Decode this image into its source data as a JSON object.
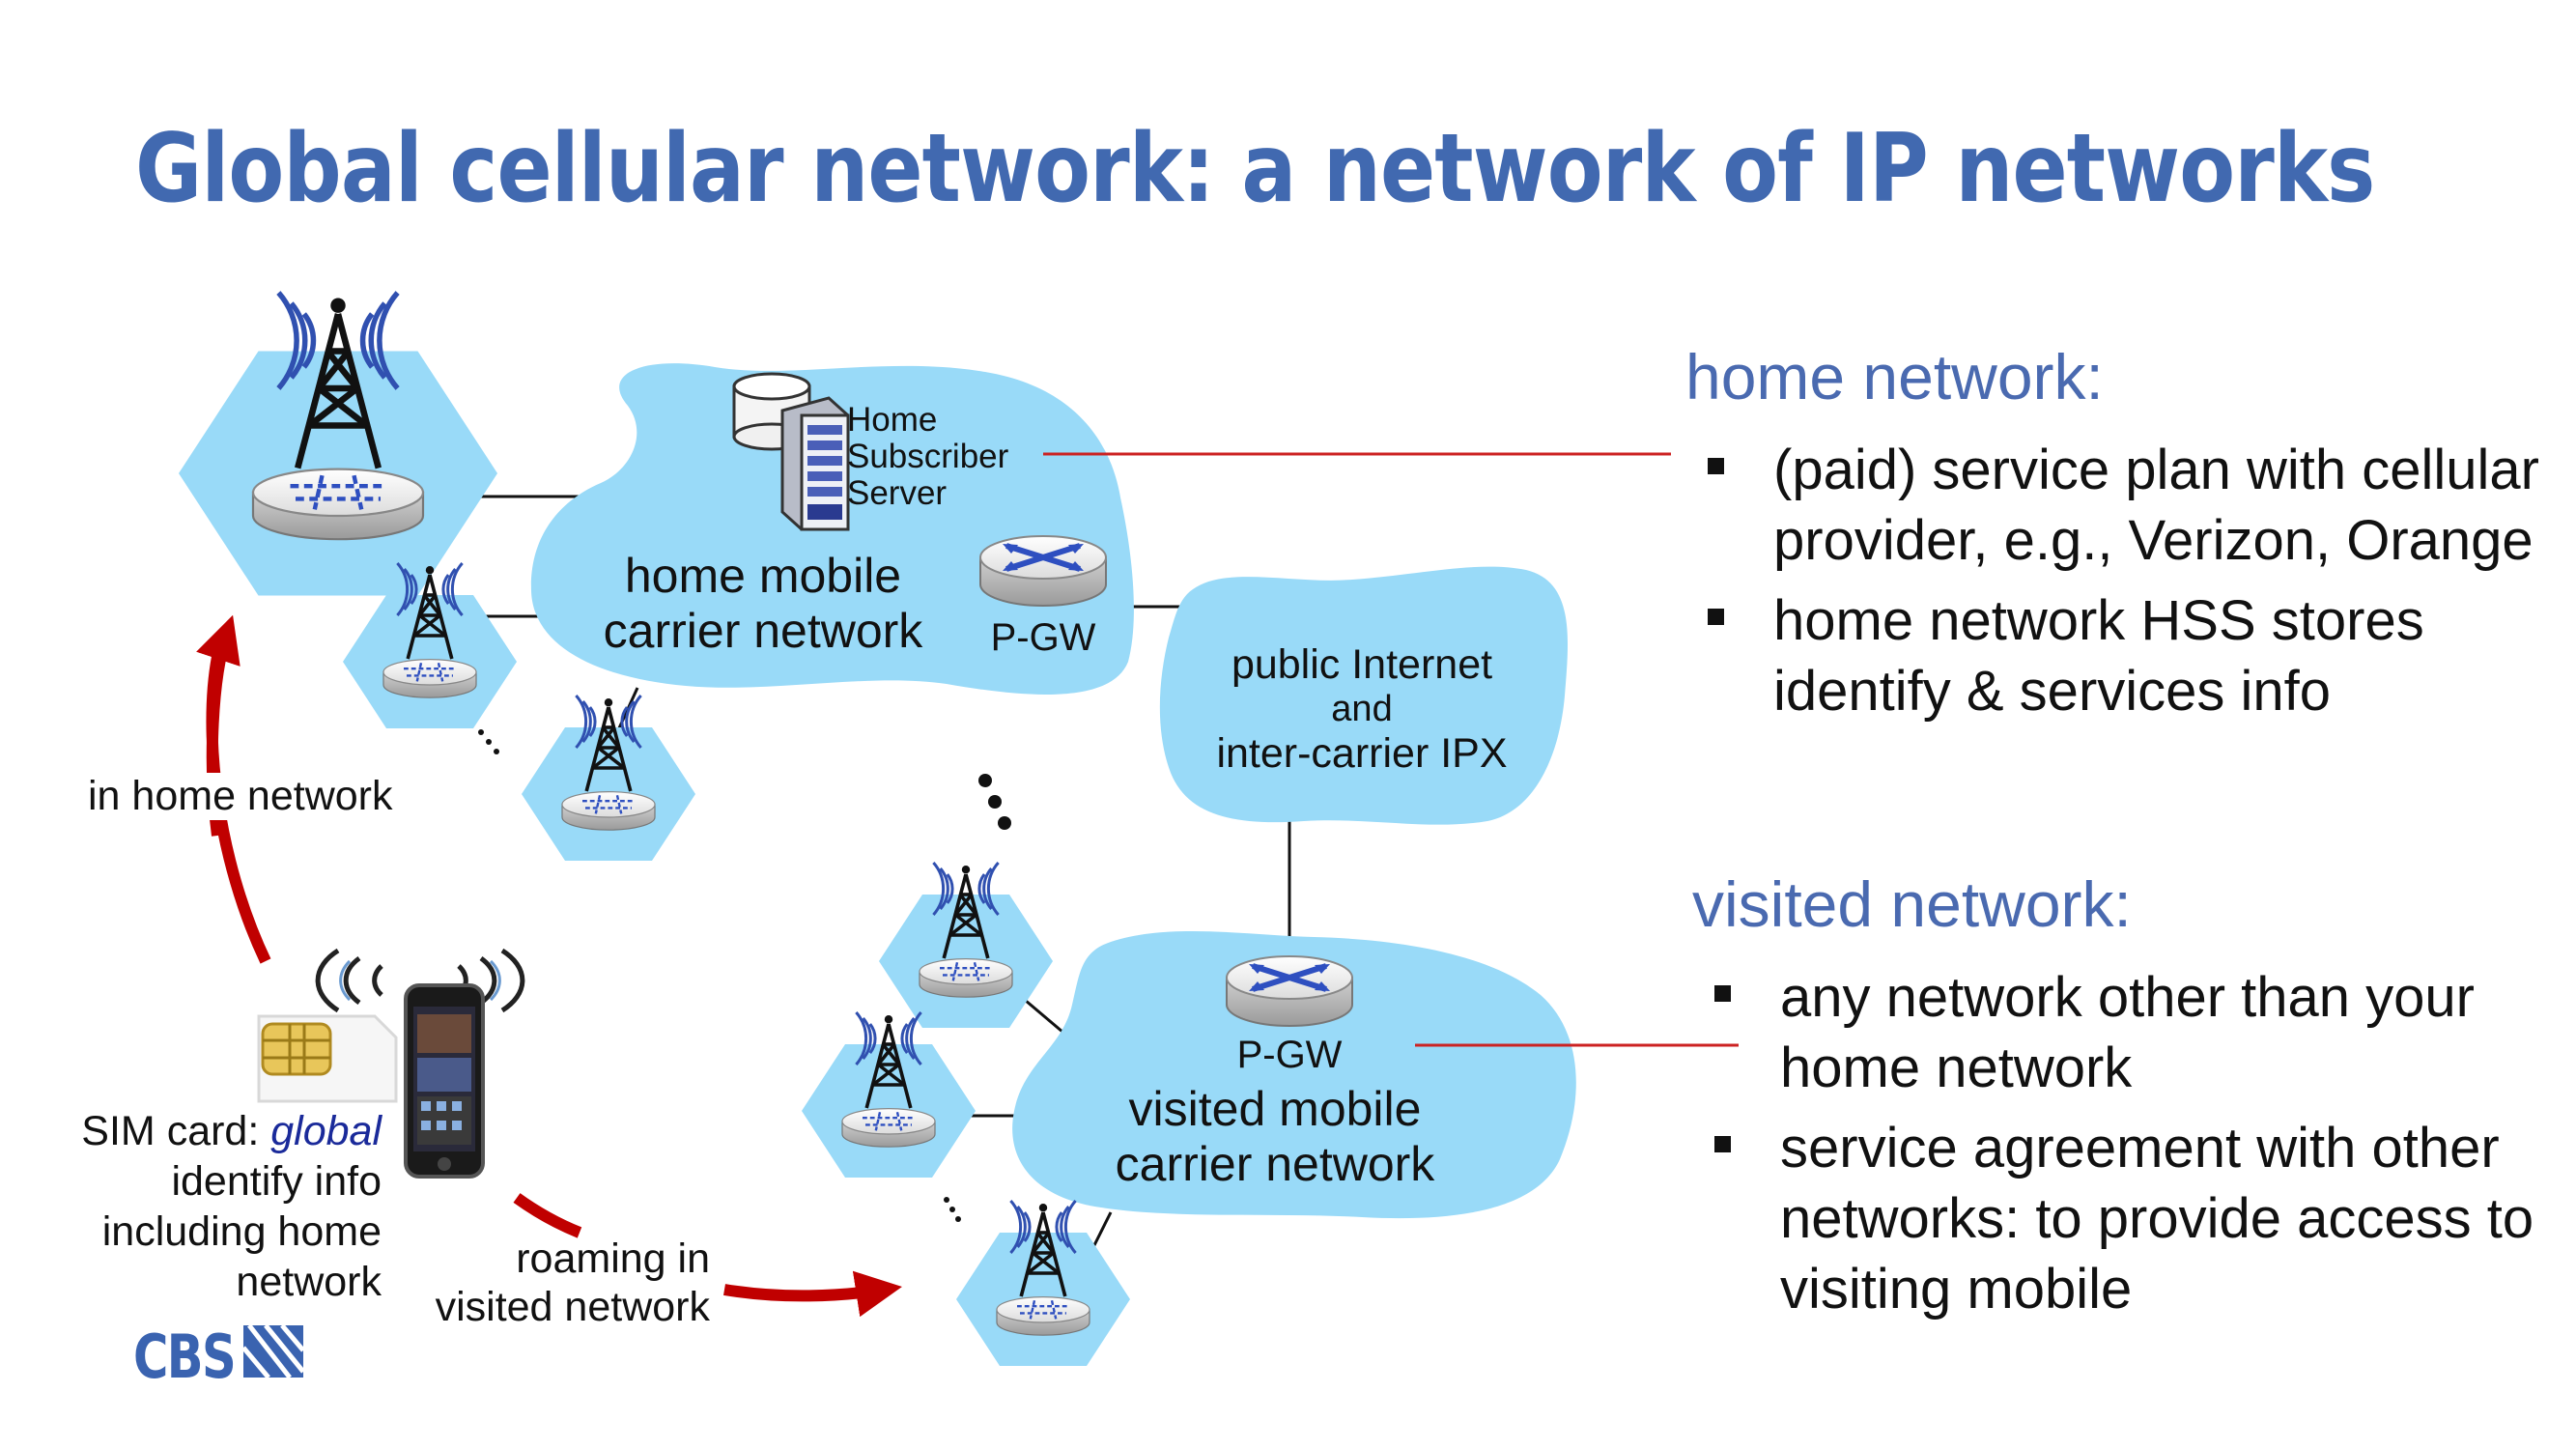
{
  "title": "Global cellular network: a network of IP networks",
  "home_section": {
    "heading": "home network:",
    "bullets": [
      "(paid) service plan with cellular provider, e.g., Verizon, Orange",
      "home network HSS stores identify & services info"
    ]
  },
  "visited_section": {
    "heading": "visited network:",
    "bullets": [
      "any network other than your home network",
      "service agreement with other networks: to provide access to visiting mobile"
    ]
  },
  "diagram": {
    "hss_label": [
      "Home",
      "Subscriber",
      "Server"
    ],
    "home_cloud_label": [
      "home mobile",
      "carrier network"
    ],
    "home_pgw": "P-GW",
    "internet_label": [
      "public Internet",
      "and",
      "inter-carrier IPX"
    ],
    "visited_pgw": "P-GW",
    "visited_cloud_label": [
      "visited mobile",
      "carrier network"
    ],
    "in_home_label": "in home network",
    "roaming_label": [
      "roaming in",
      "visited network"
    ],
    "sim_label_prefix": "SIM card: ",
    "sim_label_emph": "global",
    "sim_label_rest": [
      "identify info",
      "including  home",
      "network"
    ]
  },
  "logo": "CBS",
  "colors": {
    "title": "#4169b0",
    "heading": "#4a6ab0",
    "cloud": "#99daf8",
    "callout_line": "#cc2222",
    "arrow": "#c00000"
  }
}
